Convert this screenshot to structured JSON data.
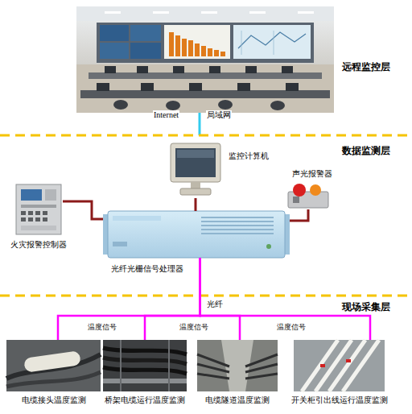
{
  "diagram": {
    "nodes": [
      {
        "text": [
          "监控计算机"
        ]
      },
      {
        "text": [
          "声光报警器"
        ]
      },
      {
        "text": [
          "火灾报警控制器"
        ]
      },
      {
        "text": [
          "光纤光栅信号处理器"
        ]
      },
      {
        "text": [
          "电缆接头温度监测"
        ]
      },
      {
        "text": [
          "桥架电缆运行温度监测"
        ]
      },
      {
        "text": [
          "电缆隧道温度监测"
        ]
      },
      {
        "text": [
          "开关柜引出线运行温度监测"
        ]
      }
    ],
    "edges": [
      {
        "from": 2,
        "to": 3,
        "arrow": "none"
      },
      {
        "from": 0,
        "to": 3,
        "arrow": "none"
      },
      {
        "from": 1,
        "to": 3,
        "arrow": "none"
      },
      {
        "from": 3,
        "to": 4,
        "arrow": "none"
      },
      {
        "from": 3,
        "to": 5,
        "arrow": "none"
      },
      {
        "from": 3,
        "to": 6,
        "arrow": "none"
      },
      {
        "from": 3,
        "to": 7,
        "arrow": "none"
      }
    ],
    "labels": [
      "远程监控层",
      "Internet",
      "局域网",
      "数据监测层",
      "现场采集层",
      "光纤",
      "温度信号",
      "温度信号",
      "温度信号"
    ]
  }
}
